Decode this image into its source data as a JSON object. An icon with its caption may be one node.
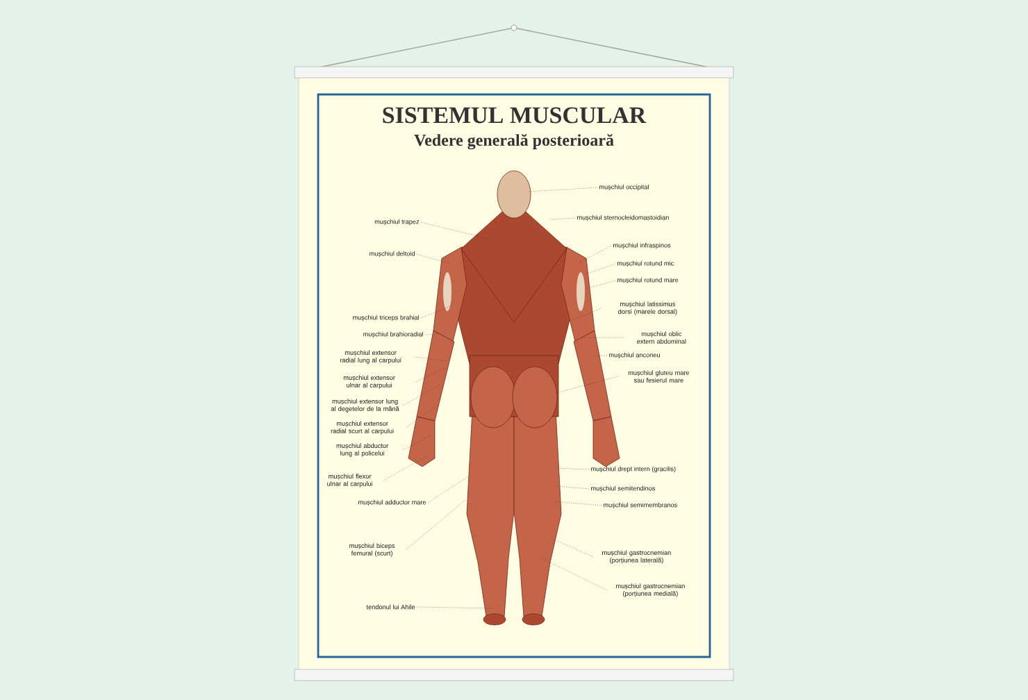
{
  "diagram": {
    "title": "SISTEMUL MUSCULAR",
    "nodes": [
      {
        "text": [
          "mușchiul trapez"
        ]
      },
      {
        "text": [
          "mușchiul deltoid"
        ]
      },
      {
        "text": [
          "mușchiul triceps brahial"
        ]
      },
      {
        "text": [
          "mușchiul brahioradial"
        ]
      },
      {
        "text": [
          "mușchiul extensor radial lung al carpului"
        ]
      },
      {
        "text": [
          "mușchiul extensor ulnar al carpului"
        ]
      },
      {
        "text": [
          "mușchiul extensor lung al degetelor de la mână"
        ]
      },
      {
        "text": [
          "mușchiul extensor radial scurt al carpului"
        ]
      },
      {
        "text": [
          "mușchiul abductor lung al policelui"
        ]
      },
      {
        "text": [
          "mușchiul flexor ulnar al carpului"
        ]
      },
      {
        "text": [
          "mușchiul adductor mare"
        ]
      },
      {
        "text": [
          "mușchiul biceps femural (scurt)"
        ]
      },
      {
        "text": [
          "tendonul lui Ahile"
        ]
      },
      {
        "text": [
          "mușchiul occipital"
        ]
      },
      {
        "text": [
          "mușchiul sternocleidomastoidian"
        ]
      },
      {
        "text": [
          "mușchiul infraspinos"
        ]
      },
      {
        "text": [
          "mușchiul rotund mic"
        ]
      },
      {
        "text": [
          "mușchiul rotund mare"
        ]
      },
      {
        "text": [
          "mușchiul latissimus dorsi (marele dorsal)"
        ]
      },
      {
        "text": [
          "mușchiul oblic extern abdominal"
        ]
      },
      {
        "text": [
          "mușchiul anconeu"
        ]
      },
      {
        "text": [
          "mușchiul gluteu mare sau fesierul mare"
        ]
      },
      {
        "text": [
          "mușchiul drept intern (gracilis)"
        ]
      },
      {
        "text": [
          "mușchiul semitendinos"
        ]
      },
      {
        "text": [
          "mușchiul semimembranos"
        ]
      },
      {
        "text": [
          "mușchiul gastrocnemian (porțiunea laterală)"
        ]
      },
      {
        "text": [
          "mușchiul gastrocnemian (porțiunea medială)"
        ]
      }
    ],
    "edges": [
      {
        "from": 0,
        "to": null,
        "arrow": "none"
      },
      {
        "from": 1,
        "to": null,
        "arrow": "none"
      },
      {
        "from": 2,
        "to": null,
        "arrow": "none"
      },
      {
        "from": 3,
        "to": null,
        "arrow": "none"
      },
      {
        "from": 4,
        "to": null,
        "arrow": "none"
      },
      {
        "from": 5,
        "to": null,
        "arrow": "none"
      },
      {
        "from": 6,
        "to": null,
        "arrow": "none"
      },
      {
        "from": 7,
        "to": null,
        "arrow": "none"
      },
      {
        "from": 8,
        "to": null,
        "arrow": "none"
      },
      {
        "from": 9,
        "to": null,
        "arrow": "none"
      },
      {
        "from": 10,
        "to": null,
        "arrow": "none"
      },
      {
        "from": 11,
        "to": null,
        "arrow": "none"
      },
      {
        "from": 12,
        "to": null,
        "arrow": "none"
      },
      {
        "from": 13,
        "to": null,
        "arrow": "none"
      },
      {
        "from": 14,
        "to": null,
        "arrow": "none"
      },
      {
        "from": 15,
        "to": null,
        "arrow": "none"
      },
      {
        "from": 16,
        "to": null,
        "arrow": "none"
      },
      {
        "from": 17,
        "to": null,
        "arrow": "none"
      },
      {
        "from": 18,
        "to": null,
        "arrow": "none"
      },
      {
        "from": 19,
        "to": null,
        "arrow": "none"
      },
      {
        "from": 20,
        "to": null,
        "arrow": "none"
      },
      {
        "from": 21,
        "to": null,
        "arrow": "none"
      },
      {
        "from": 22,
        "to": null,
        "arrow": "none"
      },
      {
        "from": 23,
        "to": null,
        "arrow": "none"
      },
      {
        "from": 24,
        "to": null,
        "arrow": "none"
      },
      {
        "from": 25,
        "to": null,
        "arrow": "none"
      },
      {
        "from": 26,
        "to": null,
        "arrow": "none"
      }
    ],
    "labels": [
      "Vedere generală posterioară"
    ]
  }
}
